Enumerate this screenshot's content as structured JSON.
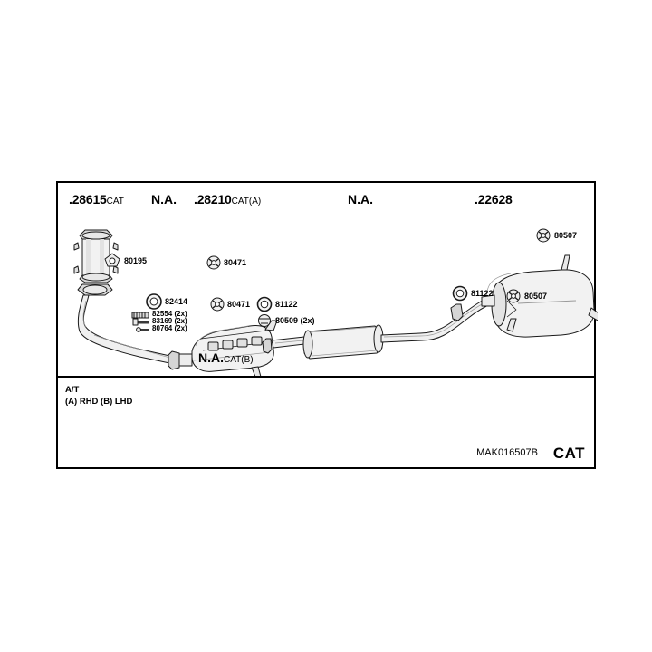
{
  "sheet": {
    "header_parts": [
      {
        "id": "h1",
        "number": ".28615",
        "suffix": "CAT"
      },
      {
        "id": "h2",
        "number": "N.A.",
        "suffix": ""
      },
      {
        "id": "h3",
        "number": ".28210",
        "suffix": "CAT(A)"
      },
      {
        "id": "h4",
        "number": "N.A.",
        "suffix": ""
      },
      {
        "id": "h5",
        "number": ".22628",
        "suffix": ""
      }
    ],
    "middle_label": {
      "number": "N.A.",
      "suffix": "CAT(B)"
    },
    "footnotes": {
      "line1": "A/T",
      "line2": "(A) RHD (B) LHD"
    },
    "drawing_code": "MAK016507B",
    "catalog_mark": "CAT"
  },
  "callouts": {
    "gasket_80195": "80195",
    "hanger_80471_top": "80471",
    "hanger_80471_bottom": "80471",
    "ring_82414": "82414",
    "spring_82554": "82554 (2x)",
    "bolt_83169": "83169 (2x)",
    "screw_80764": "80764 (2x)",
    "ring_81122_mid": "81122",
    "clamp_80509": "80509 (2x)",
    "ring_81122_rear": "81122",
    "hanger_80507_top": "80507",
    "hanger_80507_bottom": "80507"
  },
  "colors": {
    "line": "#1a1a1a",
    "fill": "#f2f2f2",
    "shade": "#d8d8d8",
    "background": "#ffffff"
  }
}
